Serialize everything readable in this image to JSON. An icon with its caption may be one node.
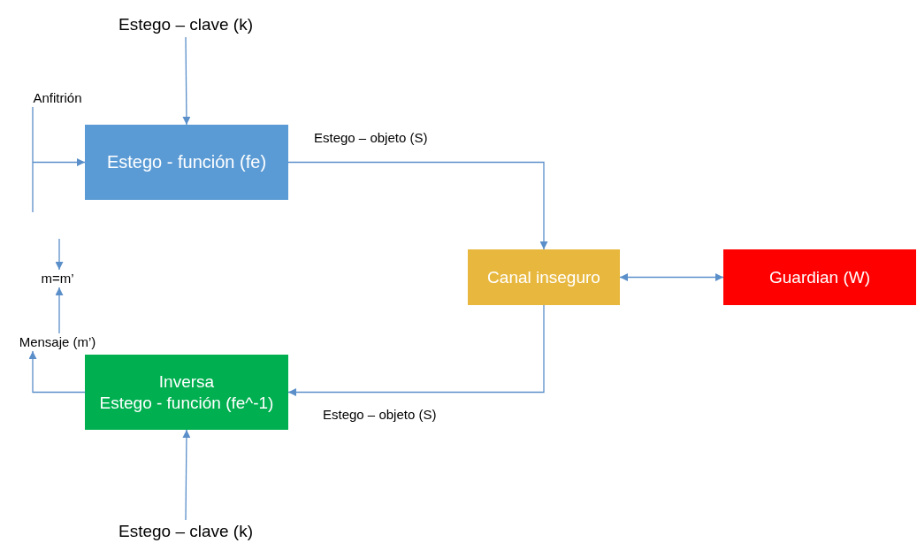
{
  "diagram": {
    "nodes": [
      {
        "text": [
          "Estego – clave (k)"
        ]
      },
      {
        "text": [
          "Anfitrión"
        ]
      },
      {
        "text": [
          "Estego - función (fe)"
        ]
      },
      {
        "text": [
          "Canal inseguro"
        ]
      },
      {
        "text": [
          "Guardian (W)"
        ]
      },
      {
        "text": [
          "Inversa",
          "Estego - función (fe^-1)"
        ]
      },
      {
        "text": [
          "Mensaje (m’)"
        ]
      },
      {
        "text": [
          "m=m’"
        ]
      },
      {
        "text": [
          "Estego – clave (k)"
        ]
      }
    ],
    "edges": [
      {
        "from": 0,
        "to": 2,
        "arrow": "to"
      },
      {
        "from": 1,
        "to": 2,
        "arrow": "to"
      },
      {
        "from": 2,
        "to": 3,
        "arrow": "to",
        "label": "Estego – objeto (S)"
      },
      {
        "from": 3,
        "to": 4,
        "arrow": "both"
      },
      {
        "from": 3,
        "to": 5,
        "arrow": "to",
        "label": "Estego – objeto (S)"
      },
      {
        "from": 5,
        "to": 6,
        "arrow": "to"
      },
      {
        "from": 6,
        "to": 7,
        "arrow": "to"
      },
      {
        "from": null,
        "to": 7,
        "arrow": "to"
      },
      {
        "from": 8,
        "to": 5,
        "arrow": "to"
      }
    ]
  }
}
